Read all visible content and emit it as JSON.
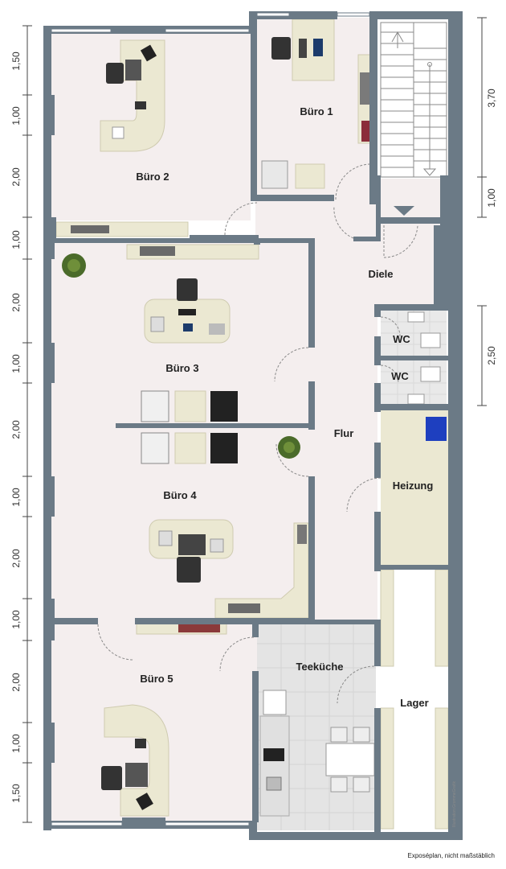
{
  "rooms": {
    "buero1": "Büro 1",
    "buero2": "Büro 2",
    "buero3": "Büro 3",
    "buero4": "Büro 4",
    "buero5": "Büro 5",
    "diele": "Diele",
    "flur": "Flur",
    "wc1": "WC",
    "wc2": "WC",
    "heizung": "Heizung",
    "teekueche": "Teeküche",
    "lager": "Lager"
  },
  "dimensions_left": [
    "1,50",
    "1,00",
    "2,00",
    "1,00",
    "2,00",
    "1,00",
    "2,00",
    "1,00",
    "2,00",
    "1,00",
    "2,00",
    "1,00",
    "1,50"
  ],
  "dimensions_right": [
    "3,70",
    "1,00",
    "2,50"
  ],
  "caption": "Exposéplan, nicht maßstäblich",
  "credit": "Illustration:GrommeGrafik",
  "colors": {
    "wall": "#6b7a86",
    "floor": "#f4eeee",
    "furniture": "#ebe8d2",
    "tile": "#e6e6e6",
    "dim_line": "#444444"
  }
}
